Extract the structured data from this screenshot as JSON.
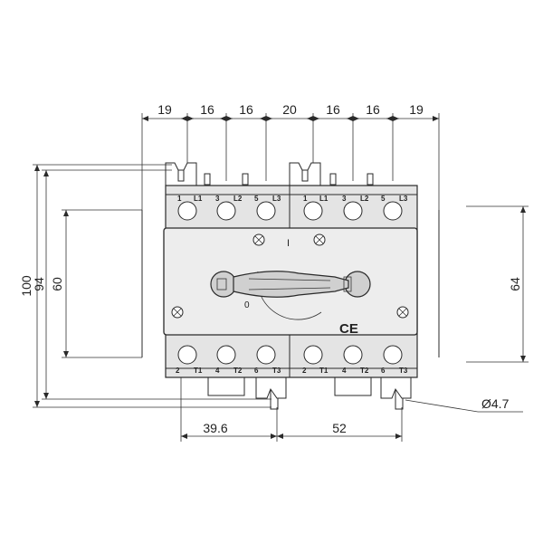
{
  "dimensions": {
    "top": [
      "19",
      "16",
      "16",
      "20",
      "16",
      "16",
      "19"
    ],
    "left_100": "100",
    "left_94": "94",
    "left_60": "60",
    "right_64": "64",
    "bottom_39_6": "39.6",
    "bottom_52": "52",
    "hole_dia": "Ø4.7"
  },
  "terminals_top": [
    "1",
    "L1",
    "3",
    "L2",
    "5",
    "L3"
  ],
  "terminals_bottom": [
    "2",
    "T1",
    "4",
    "T2",
    "6",
    "T3"
  ],
  "switch_marks": {
    "on": "I",
    "off": "0",
    "ce": "CE"
  }
}
